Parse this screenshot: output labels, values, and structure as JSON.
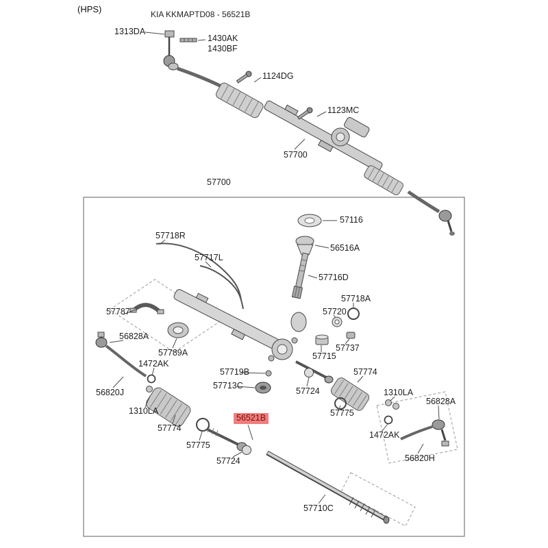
{
  "meta": {
    "variant_label": "(HPS)",
    "title": "KIA KKMAPTD08 - 56521B"
  },
  "highlight": {
    "part": "56521B",
    "bg": "#f07e7e",
    "fg": "#7a0d0d"
  },
  "colors": {
    "line": "#444444",
    "fill_light": "#d6d6d6",
    "fill_mid": "#b9b9b9",
    "dashed": "#999999"
  },
  "labels": {
    "p1313DA": "1313DA",
    "p1430AK": "1430AK",
    "p1430BF": "1430BF",
    "p1124DG": "1124DG",
    "p1123MC": "1123MC",
    "p57700_assembly": "57700",
    "p57700_box": "57700",
    "p57718R": "57718R",
    "p57717L": "57717L",
    "p57116": "57116",
    "p56516A": "56516A",
    "p57716D": "57716D",
    "p57718A": "57718A",
    "p57720": "57720",
    "p57787": "57787",
    "p57737": "57737",
    "p57715": "57715",
    "p56828A_left": "56828A",
    "p57789A": "57789A",
    "p1472AK_left": "1472AK",
    "p57719B": "57719B",
    "p57713C": "57713C",
    "p57774_right": "57774",
    "p56820J": "56820J",
    "p57724_right": "57724",
    "p1310LA_right": "1310LA",
    "p56828A_right": "56828A",
    "p1310LA_left": "1310LA",
    "p57775_right": "57775",
    "p57774_left": "57774",
    "p56521B": "56521B",
    "p57775_left": "57775",
    "p1472AK_right": "1472AK",
    "p57724_left": "57724",
    "p56820H": "56820H",
    "p57710C": "57710C"
  }
}
